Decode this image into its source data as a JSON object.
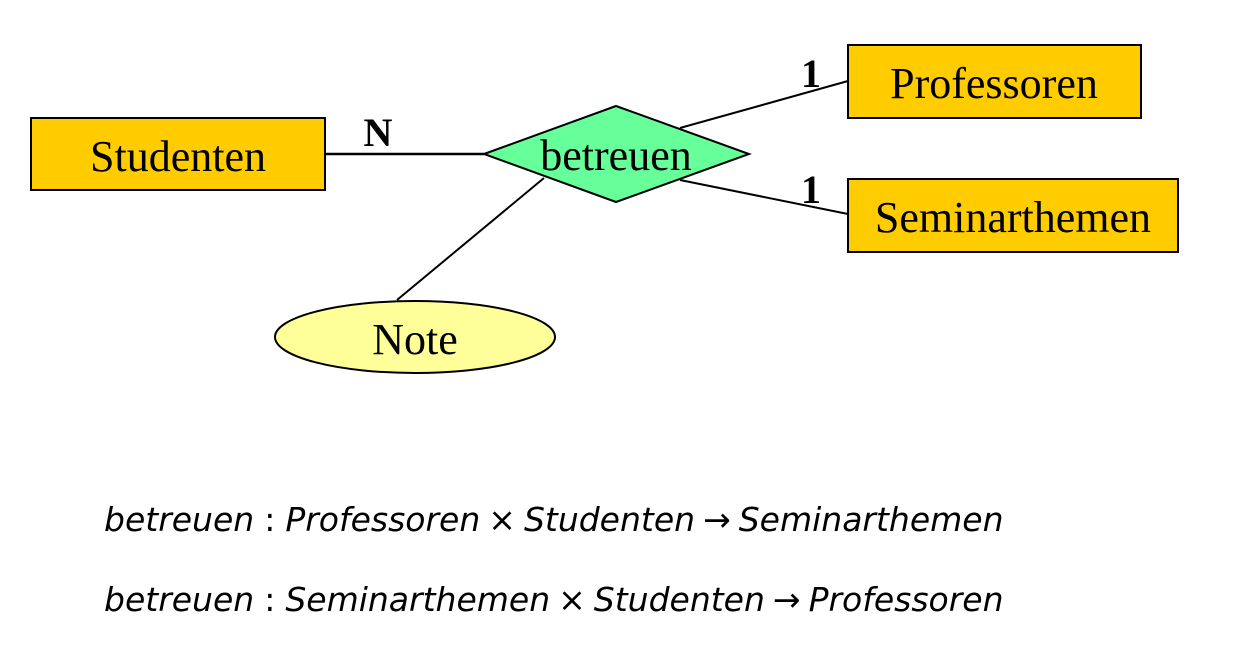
{
  "entities": {
    "studenten": "Studenten",
    "professoren": "Professoren",
    "seminarthemen": "Seminarthemen"
  },
  "relationship": "betreuen",
  "attribute": "Note",
  "cardinalities": {
    "studenten": "N",
    "professoren": "1",
    "seminarthemen": "1"
  },
  "formulas": [
    {
      "name": "betreuen",
      "domain_1": "Professoren",
      "domain_2": "Studenten",
      "codomain": "Seminarthemen"
    },
    {
      "name": "betreuen",
      "domain_1": "Seminarthemen",
      "domain_2": "Studenten",
      "codomain": "Professoren"
    }
  ],
  "symbols": {
    "colon": ":",
    "times": "×",
    "arrow": "→"
  },
  "colors": {
    "entity_fill": "#FFCC00",
    "relationship_fill": "#66FF99",
    "attribute_fill": "#FFFF99",
    "stroke": "#000000"
  }
}
